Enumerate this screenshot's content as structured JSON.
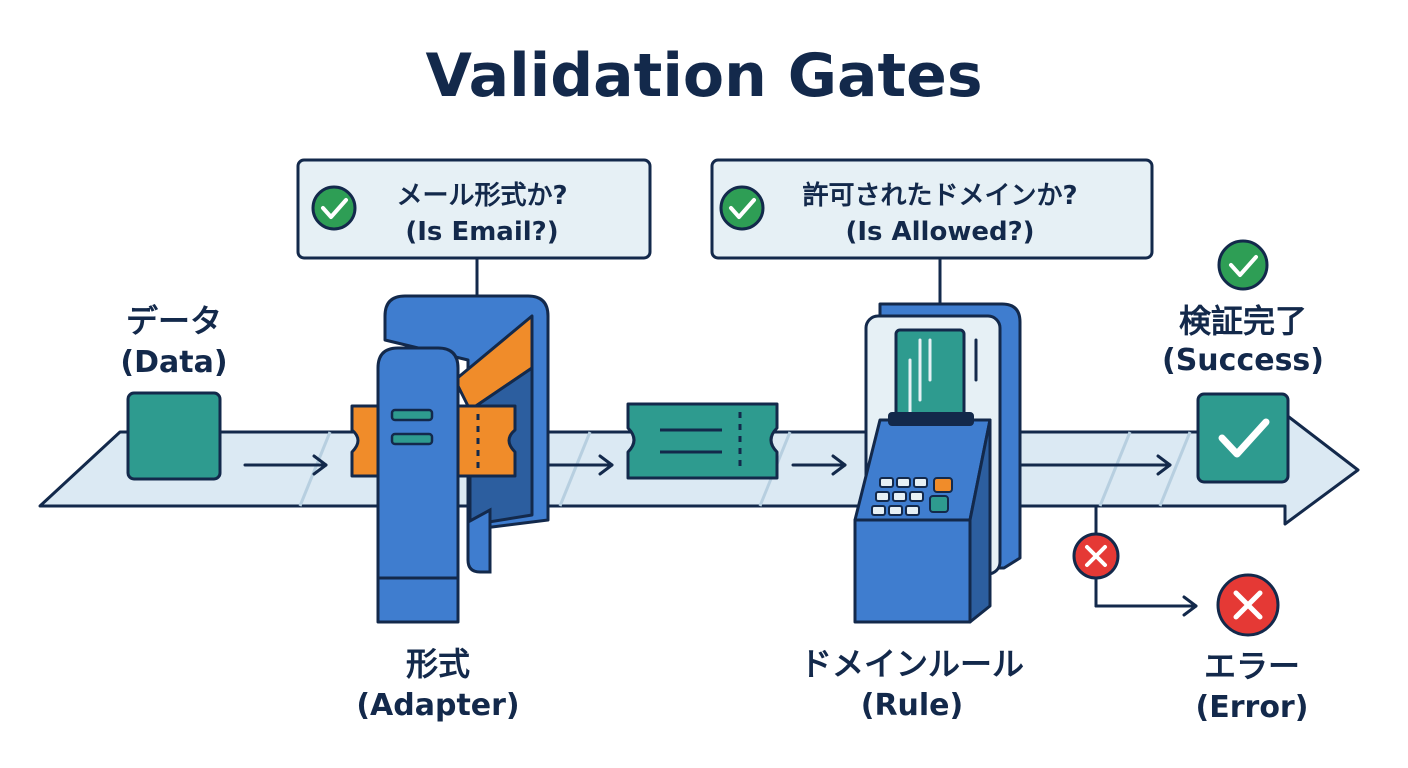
{
  "title": "Validation Gates",
  "colors": {
    "navy": "#13294b",
    "track": "#dbe9f3",
    "teal": "#2e9b8f",
    "blue": "#3f7dcf",
    "orange": "#f08c2a",
    "green": "#2e9e55",
    "red": "#e53935",
    "panel": "#e6f0f5"
  },
  "gates": [
    {
      "question_jp": "メール形式か?",
      "question_en": "(Is Email?)",
      "status_icon": "check-circle-icon"
    },
    {
      "question_jp": "許可されたドメインか?",
      "question_en": "(Is Allowed?)",
      "status_icon": "check-circle-icon"
    }
  ],
  "stages": {
    "data": {
      "label_jp": "データ",
      "label_en": "(Data)"
    },
    "adapter": {
      "label_jp": "形式",
      "label_en": "(Adapter)"
    },
    "rule": {
      "label_jp": "ドメインルール",
      "label_en": "(Rule)"
    },
    "success": {
      "label_jp": "検証完了",
      "label_en": "(Success)",
      "icon": "check-circle-icon"
    },
    "error": {
      "label_jp": "エラー",
      "label_en": "(Error)",
      "icon": "x-circle-icon"
    }
  }
}
